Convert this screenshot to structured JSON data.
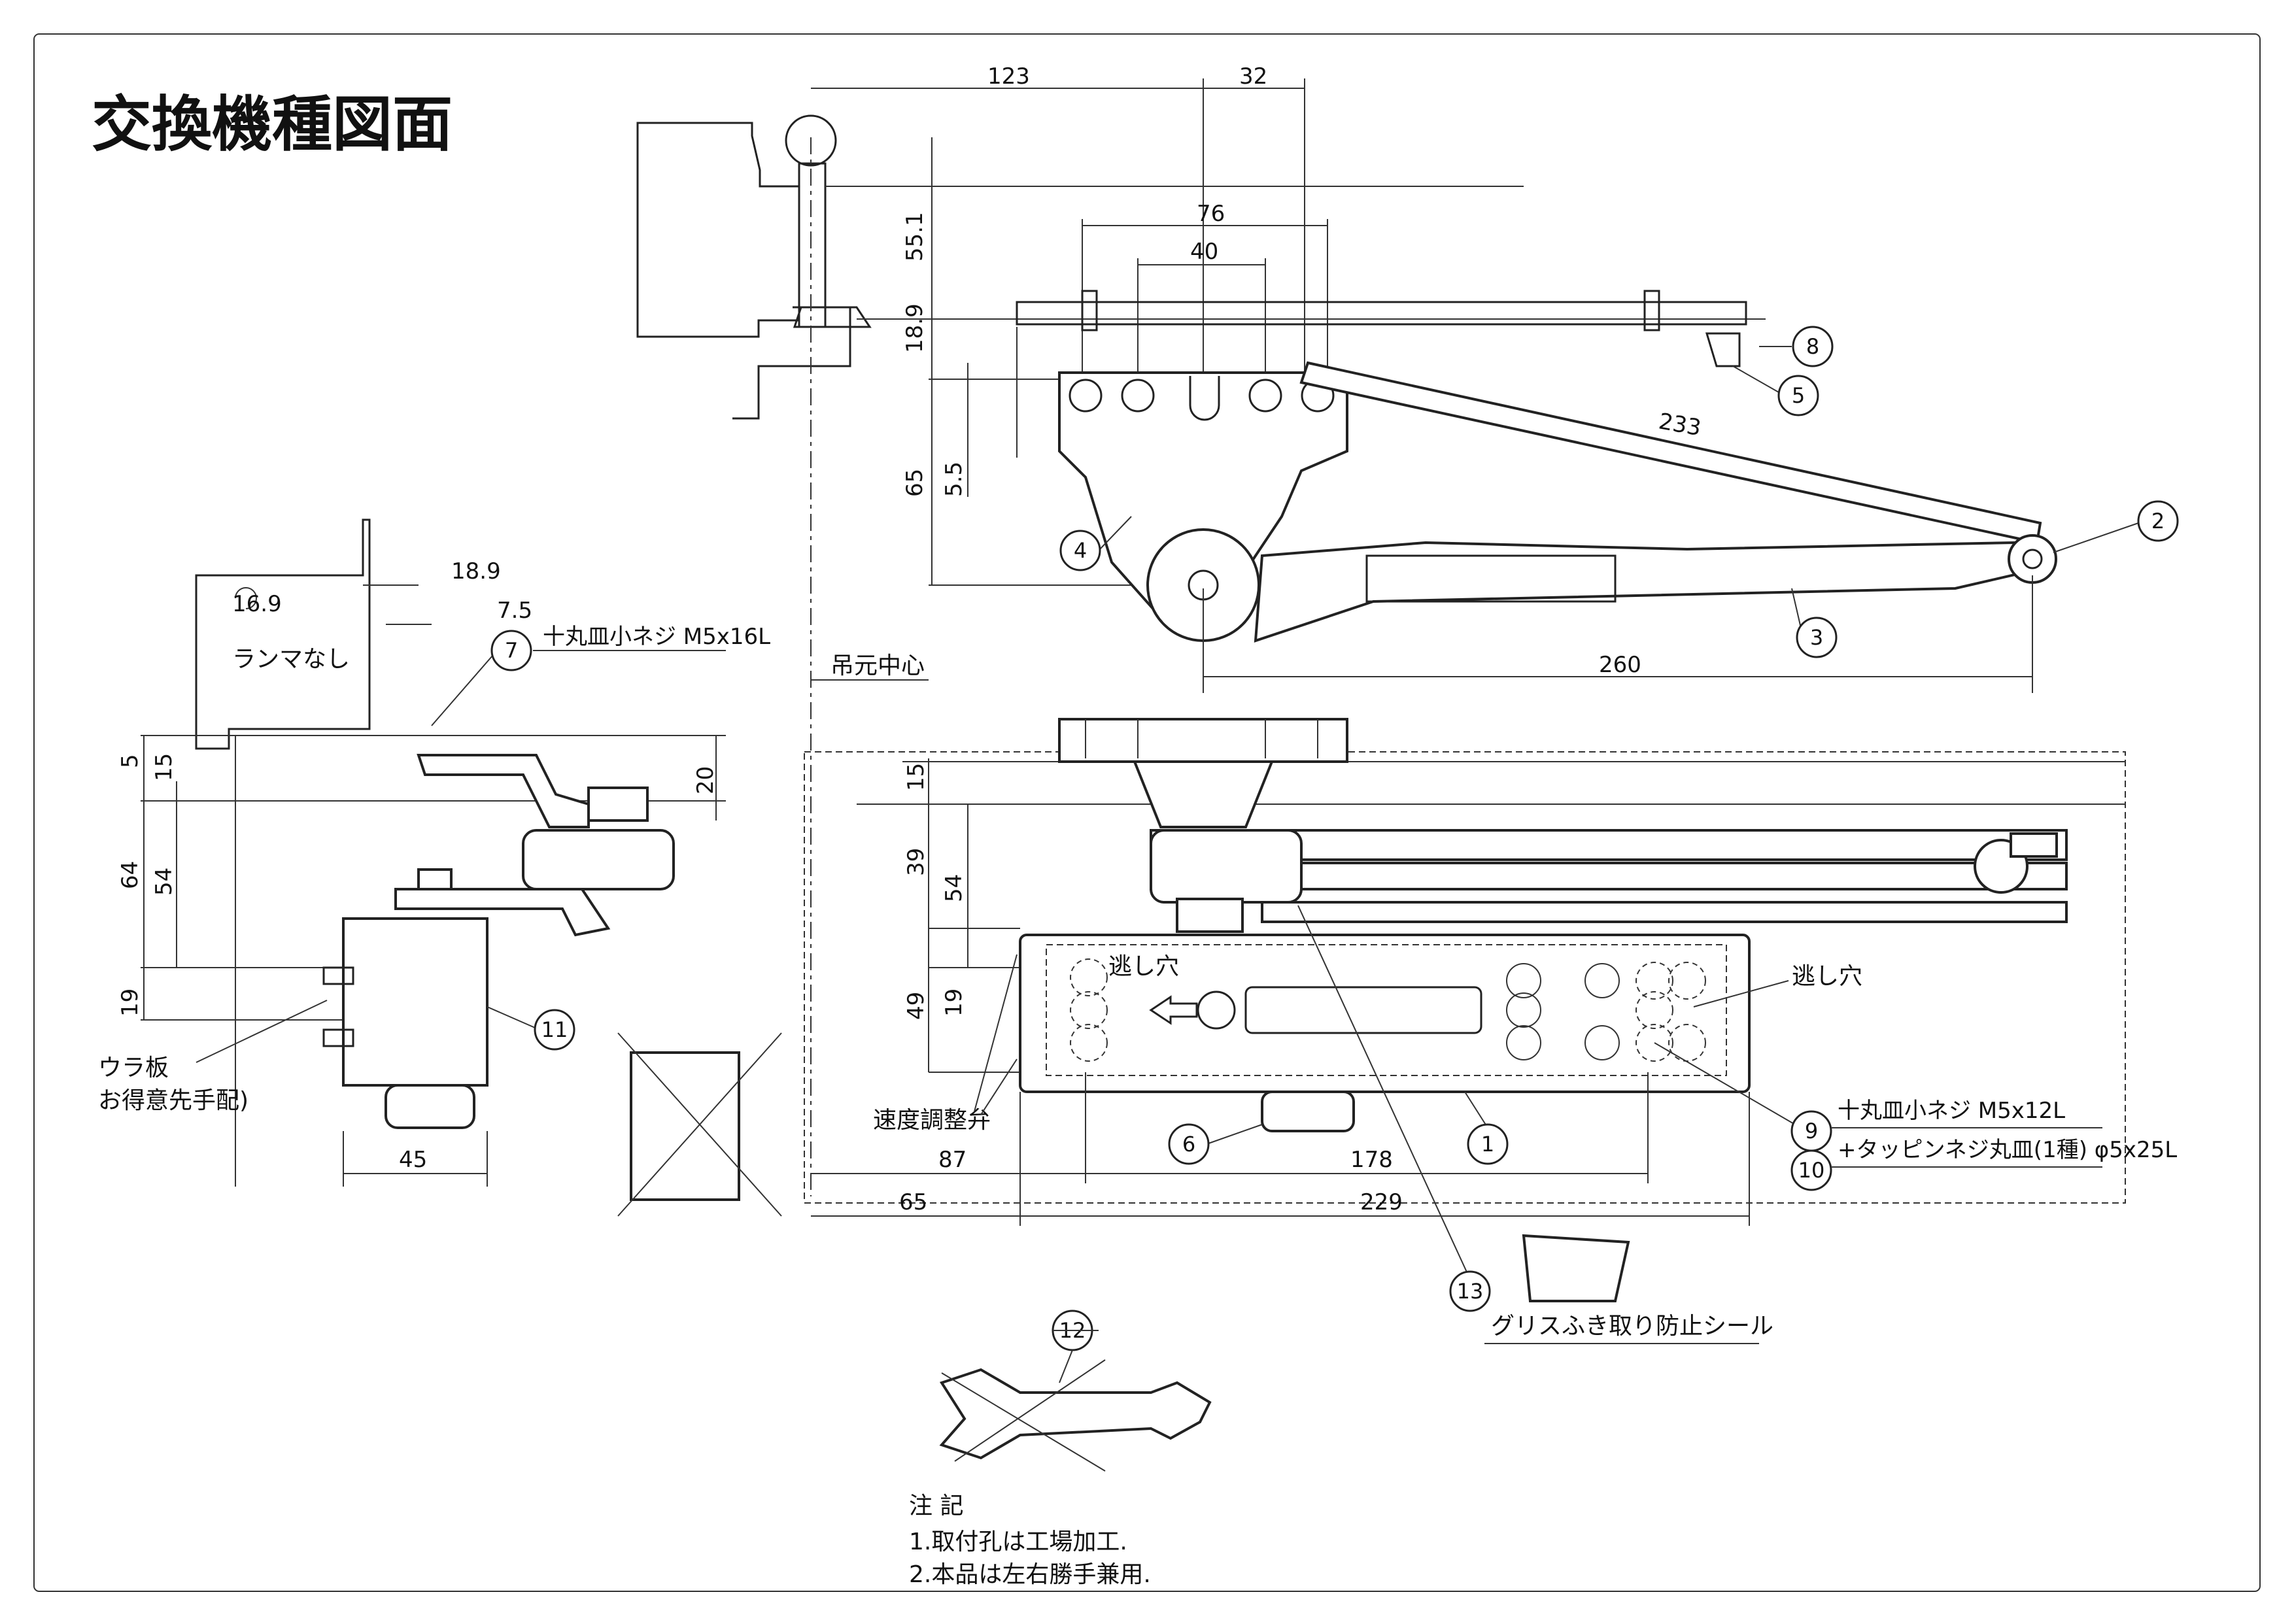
{
  "title": "交換機種図面",
  "top_view": {
    "dims": {
      "d123": "123",
      "d32": "32",
      "d76": "76",
      "d40": "40",
      "d55_1": "55.1",
      "d18_9": "18.9",
      "d65": "65",
      "d5_5": "5.5",
      "d233": "233",
      "d260": "260"
    },
    "hinge_center_label": "吊元中心"
  },
  "side_view": {
    "dims": {
      "d18_9": "18.9",
      "d16_9": "16.9",
      "d7_5": "7.5",
      "d5": "5",
      "d15": "15",
      "d20": "20",
      "d64": "64",
      "d54": "54",
      "d19": "19",
      "d45": "45"
    },
    "no_transom_label": "ランマなし",
    "screw7_label": "十丸皿小ネジ M5x16L",
    "back_plate_label_1": "ウラ板",
    "back_plate_label_2": "お得意先手配)"
  },
  "front_view": {
    "dims": {
      "d15": "15",
      "d39": "39",
      "d54": "54",
      "d49": "49",
      "d19": "19",
      "d87": "87",
      "d178": "178",
      "d65": "65",
      "d229": "229"
    },
    "relief_hole_left": "逃し穴",
    "relief_hole_right": "逃し穴",
    "speed_valve_label": "速度調整弁",
    "screw9_label": "十丸皿小ネジ M5x12L",
    "screw10_label": "+タッピンネジ丸皿(1種) φ5x25L",
    "seal_label": "グリスふき取り防止シール"
  },
  "balloons": {
    "b1": "1",
    "b2": "2",
    "b3": "3",
    "b4": "4",
    "b5": "5",
    "b6": "6",
    "b7": "7",
    "b8": "8",
    "b9": "9",
    "b10": "10",
    "b11": "11",
    "b12": "12",
    "b13": "13"
  },
  "notes": {
    "heading": "注 記",
    "line1": "1.取付孔は工場加工.",
    "line2": "2.本品は左右勝手兼用."
  }
}
